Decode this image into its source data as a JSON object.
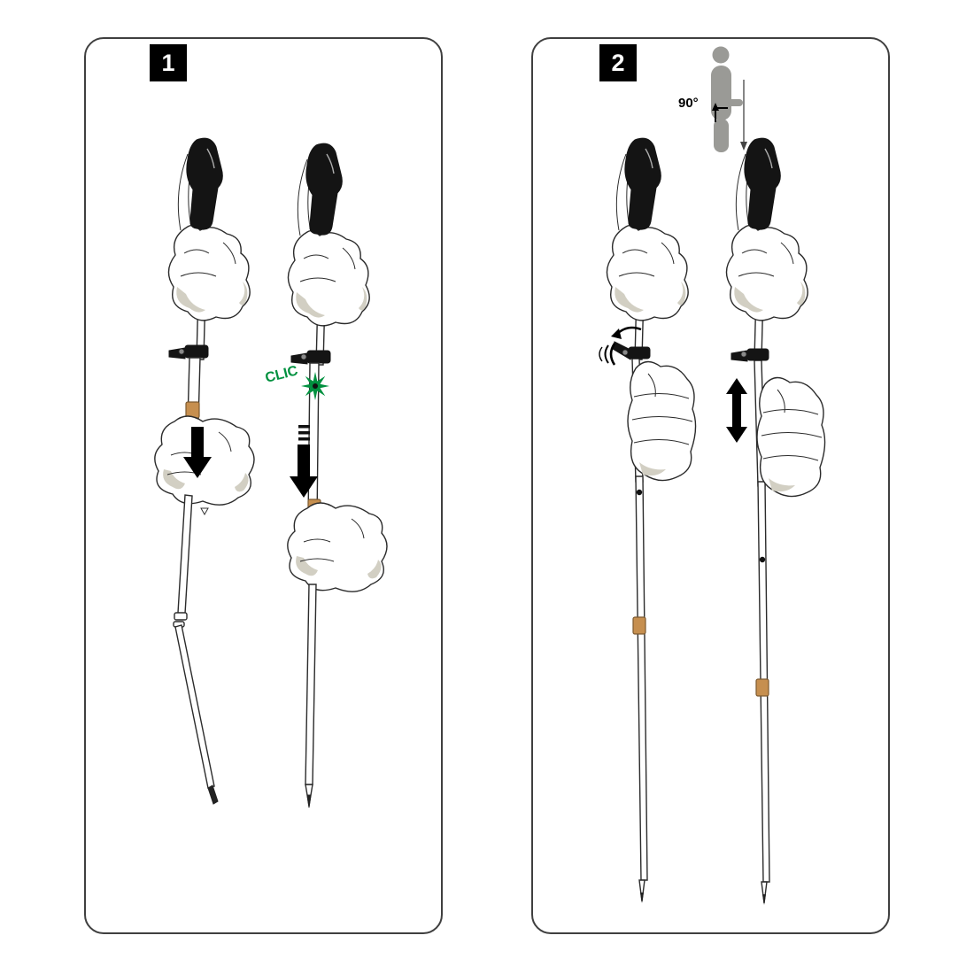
{
  "panels": [
    {
      "step": "1",
      "callout": "CLIC"
    },
    {
      "step": "2",
      "angle_label": "90°"
    }
  ],
  "colors": {
    "accent_green": "#00913f",
    "band_tan": "#c68f4f",
    "figure_gray": "#9a9a96",
    "outline": "#2b2b2b"
  },
  "icons": {
    "step_badge": "white numeral on black square",
    "down_arrow": "solid black downward arrow",
    "up_down_arrow": "solid black double-headed vertical arrow",
    "rotate_open_arrow": "curved arrow showing lever opening",
    "clic_burst": "green starburst marking click lock",
    "posture_90": "gray person with arm bent at 90 degrees"
  }
}
